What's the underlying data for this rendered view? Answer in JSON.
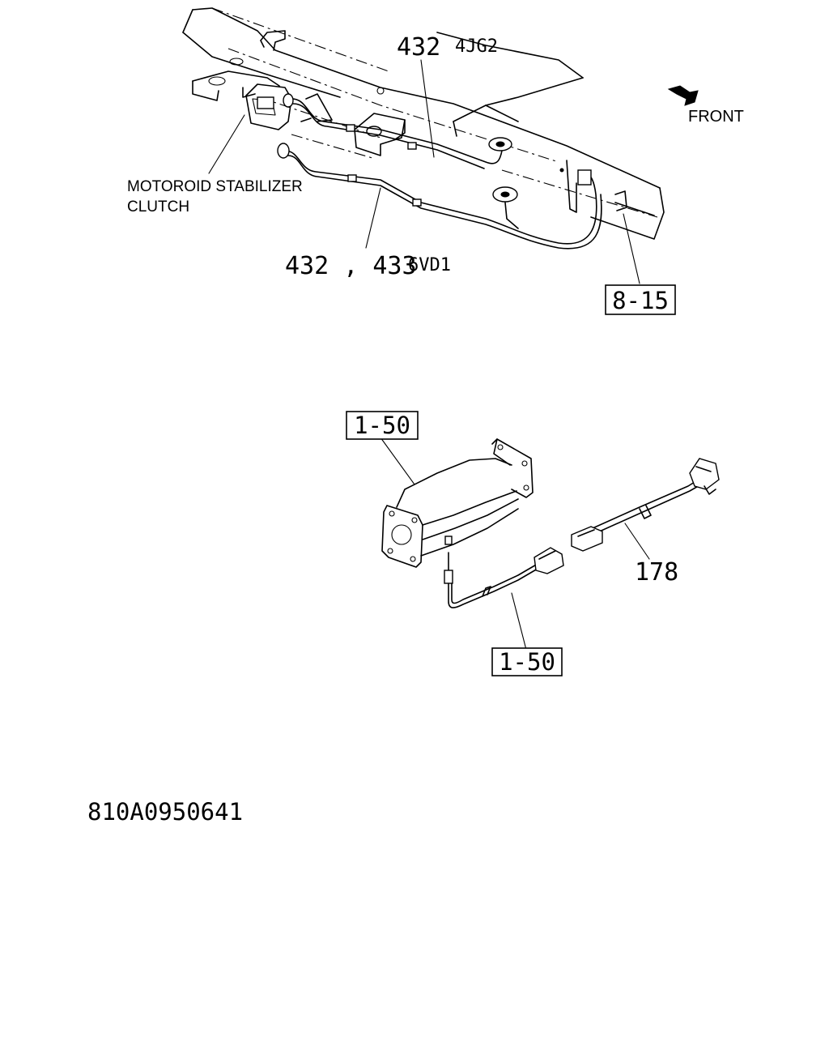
{
  "labels": {
    "upper_part_code": "432",
    "upper_engine": "4JG2",
    "front": "FRONT",
    "stabilizer_line1": "MOTOROID STABILIZER",
    "stabilizer_line2": "CLUTCH",
    "lower_part_code": "432 , 433",
    "lower_engine": "6VD1",
    "ref_upper": "8-15",
    "ref_converter": "1-50",
    "ref_sensor": "1-50",
    "harness_part": "178",
    "drawing_number": "810A0950641"
  }
}
